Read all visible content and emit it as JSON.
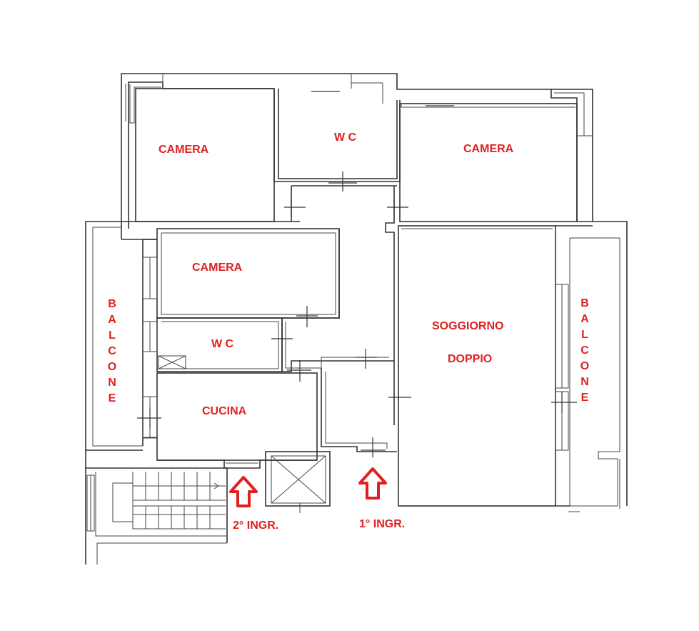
{
  "plan": {
    "rooms": {
      "camera_top_left": "CAMERA",
      "wc_top": "W C",
      "camera_top_right": "CAMERA",
      "camera_middle": "CAMERA",
      "wc_middle": "W C",
      "soggiorno_line1": "SOGGIORNO",
      "soggiorno_line2": "DOPPIO",
      "cucina": "CUCINA"
    },
    "balcone_left": [
      "B",
      "A",
      "L",
      "C",
      "O",
      "N",
      "E"
    ],
    "balcone_right": [
      "B",
      "A",
      "L",
      "C",
      "O",
      "N",
      "E"
    ],
    "entrances": {
      "second": "2° INGR.",
      "first": "1° INGR."
    },
    "colors": {
      "label": "#e02020",
      "wall": "#333333"
    }
  }
}
